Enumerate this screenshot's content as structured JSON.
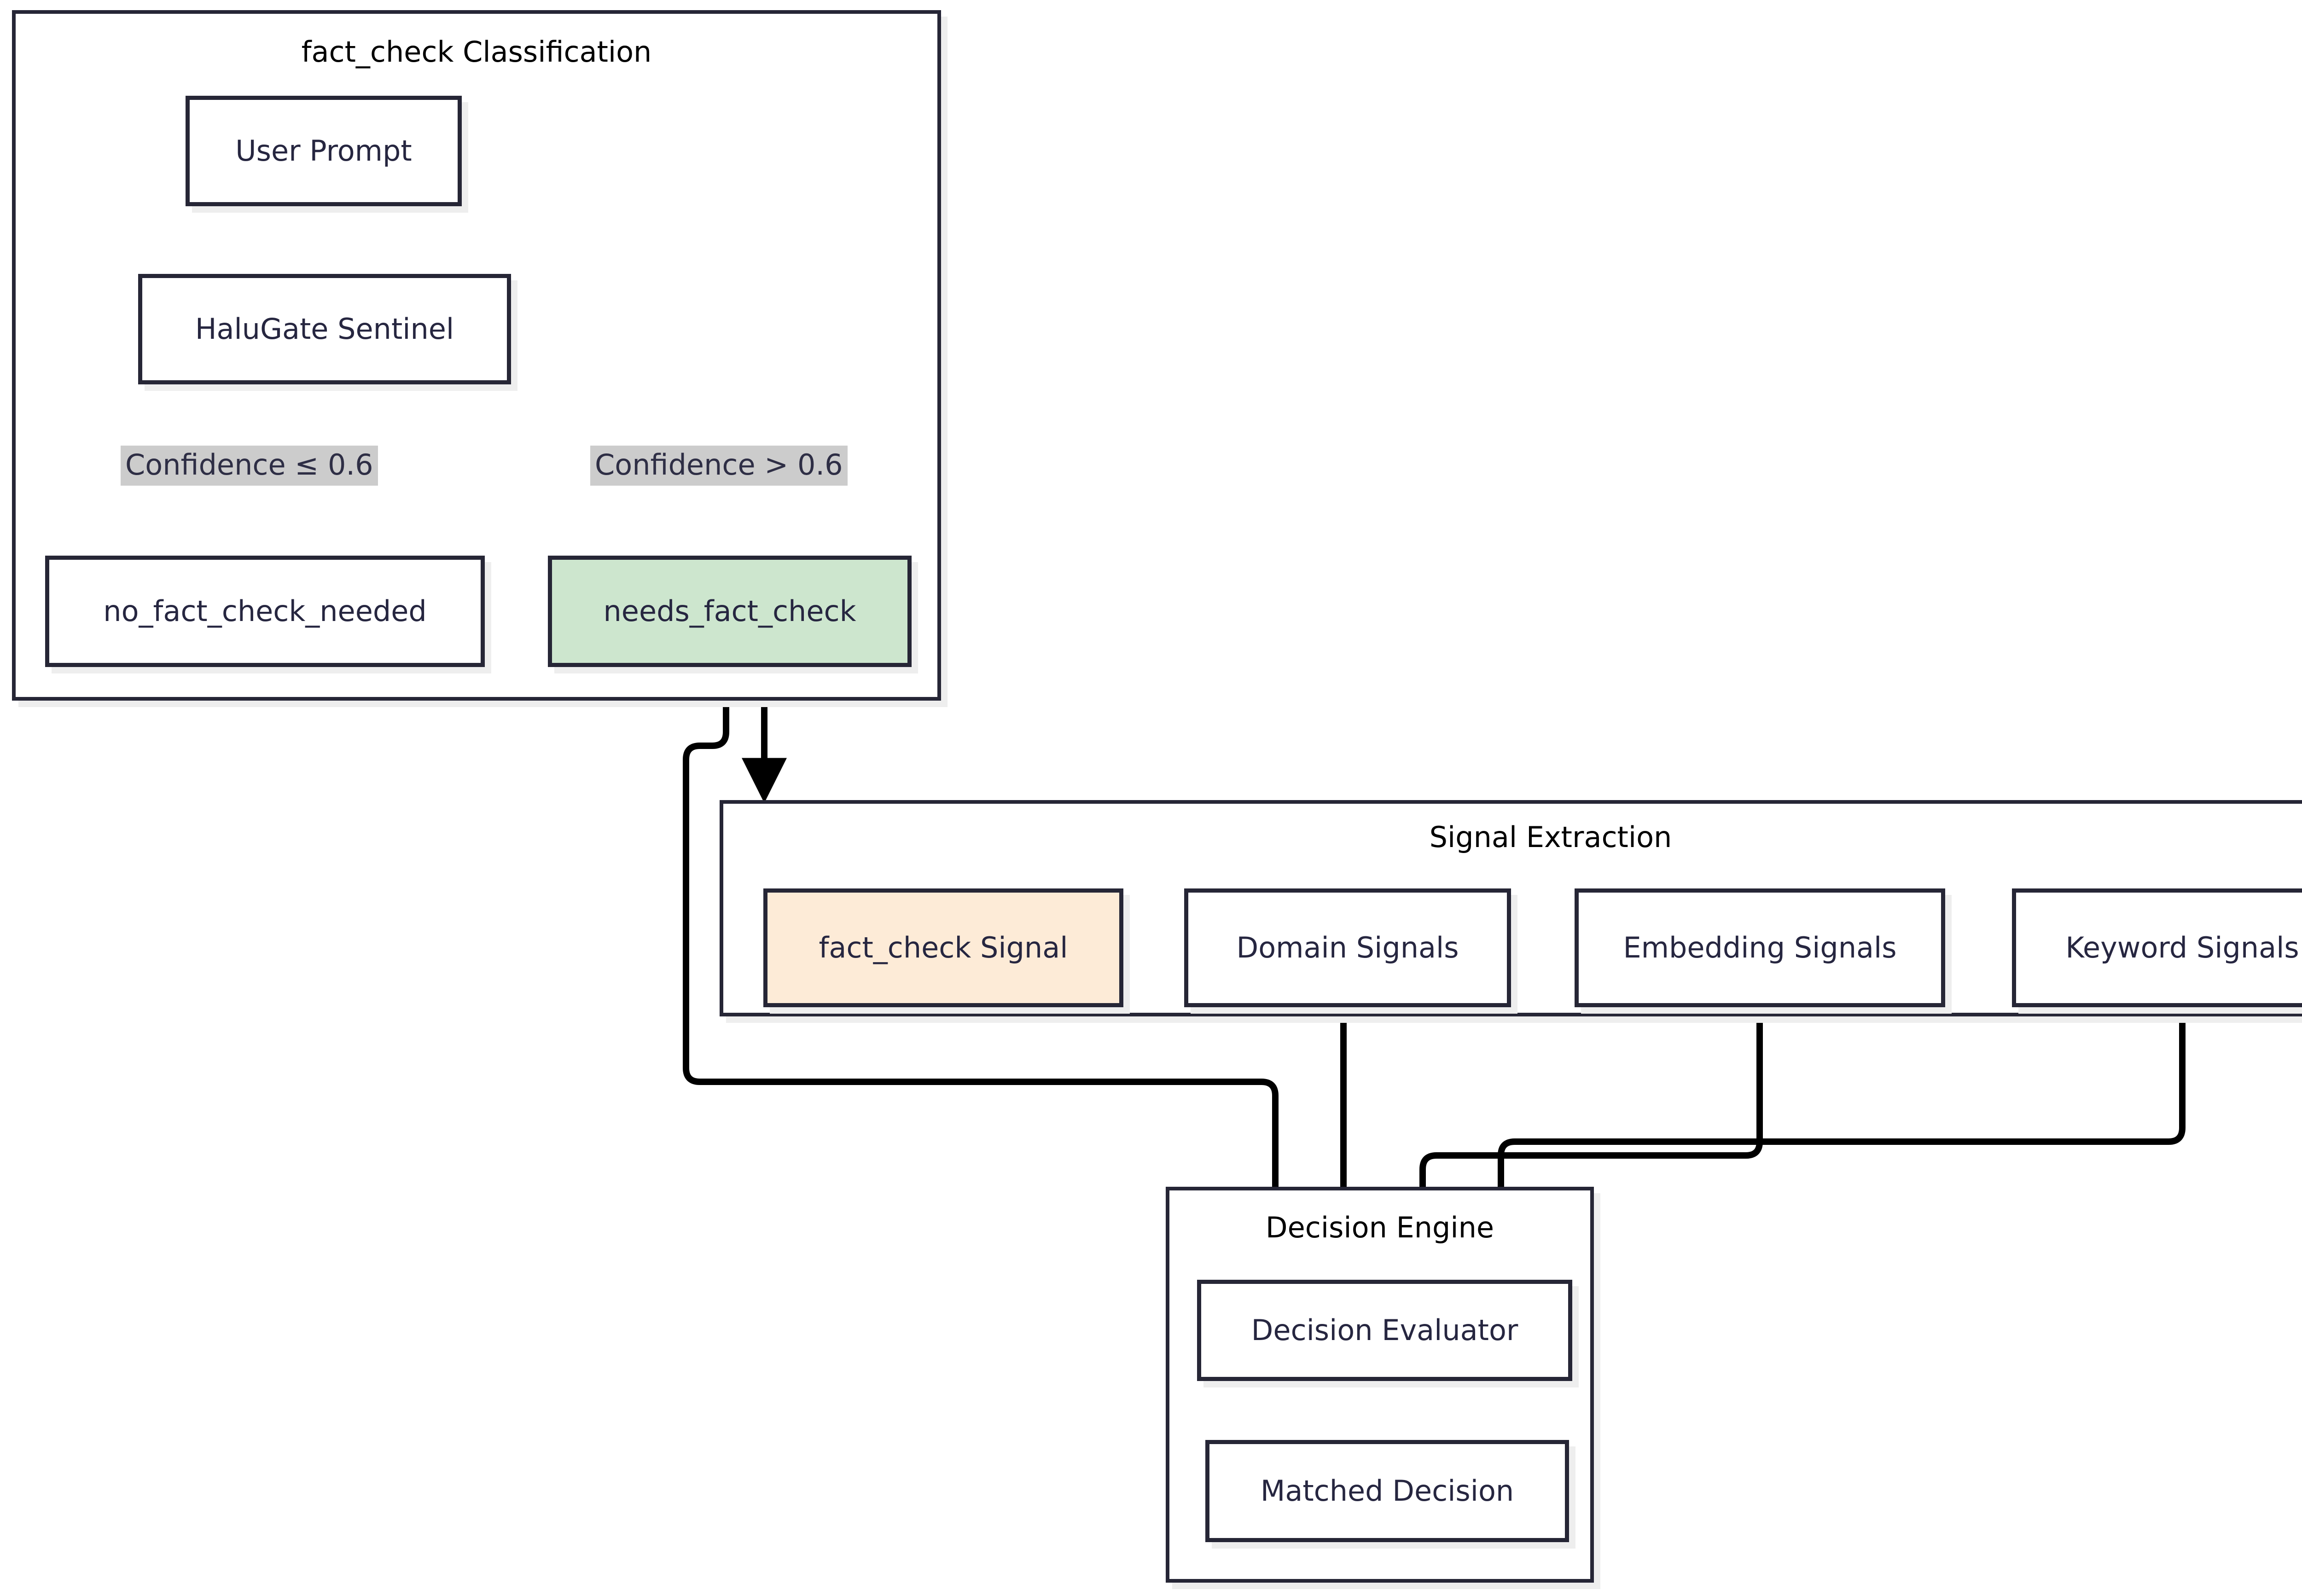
{
  "diagram": {
    "type": "flowchart",
    "direction": "top-down",
    "theme": {
      "node_border": "#262636",
      "node_text": "#262640",
      "node_fill_default": "#ffffff",
      "node_fill_highlight_green": "#cde6ce",
      "node_fill_highlight_peach": "#fdebd7",
      "subgraph_border": "#262636",
      "subgraph_title_color": "#000000",
      "edge_color": "#000000",
      "edge_label_bg": "#cccccc",
      "shadow": "#eeeeee",
      "background": "#ffffff"
    }
  },
  "subgraphs": [
    {
      "id": "classification",
      "title": "fact_check Classification"
    },
    {
      "id": "signal_extraction",
      "title": "Signal Extraction"
    },
    {
      "id": "decision_engine",
      "title": "Decision Engine"
    }
  ],
  "nodes": {
    "user_prompt": {
      "label": "User Prompt",
      "fill": "default",
      "subgraph": "classification"
    },
    "halugate_sentinel": {
      "label": "HaluGate Sentinel",
      "fill": "default",
      "subgraph": "classification"
    },
    "no_fact_check": {
      "label": "no_fact_check_needed",
      "fill": "default",
      "subgraph": "classification"
    },
    "needs_fact_check": {
      "label": "needs_fact_check",
      "fill": "green",
      "subgraph": "classification"
    },
    "fact_check_signal": {
      "label": "fact_check Signal",
      "fill": "peach",
      "subgraph": "signal_extraction"
    },
    "domain_signals": {
      "label": "Domain Signals",
      "fill": "default",
      "subgraph": "signal_extraction"
    },
    "embedding_signals": {
      "label": "Embedding Signals",
      "fill": "default",
      "subgraph": "signal_extraction"
    },
    "keyword_signals": {
      "label": "Keyword Signals",
      "fill": "default",
      "subgraph": "signal_extraction"
    },
    "decision_evaluator": {
      "label": "Decision Evaluator",
      "fill": "default",
      "subgraph": "decision_engine"
    },
    "matched_decision": {
      "label": "Matched Decision",
      "fill": "default",
      "subgraph": "decision_engine"
    }
  },
  "edge_labels": {
    "confidence_low": "Confidence ≤ 0.6",
    "confidence_high": "Confidence > 0.6"
  },
  "edges": [
    {
      "from": "user_prompt",
      "to": "halugate_sentinel",
      "label": ""
    },
    {
      "from": "halugate_sentinel",
      "to": "no_fact_check",
      "label": "Confidence ≤ 0.6"
    },
    {
      "from": "halugate_sentinel",
      "to": "needs_fact_check",
      "label": "Confidence > 0.6"
    },
    {
      "from": "needs_fact_check",
      "to": "fact_check_signal",
      "label": ""
    },
    {
      "from": "needs_fact_check",
      "to": "decision_evaluator",
      "label": ""
    },
    {
      "from": "domain_signals",
      "to": "decision_evaluator",
      "label": ""
    },
    {
      "from": "embedding_signals",
      "to": "decision_evaluator",
      "label": ""
    },
    {
      "from": "keyword_signals",
      "to": "decision_evaluator",
      "label": ""
    },
    {
      "from": "decision_evaluator",
      "to": "matched_decision",
      "label": ""
    }
  ]
}
